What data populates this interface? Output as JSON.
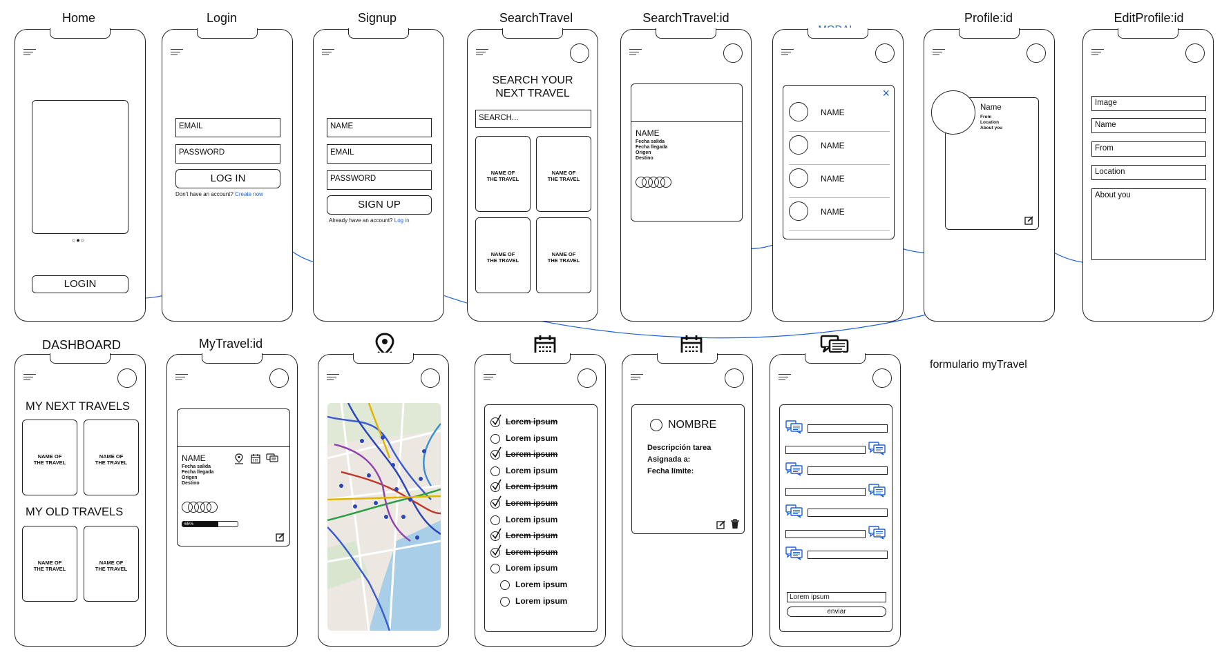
{
  "accent_color": "#1f5fd6",
  "screens": {
    "home": {
      "title": "Home",
      "login_button": "LOGIN"
    },
    "login": {
      "title": "Login",
      "email": "EMAIL",
      "password": "PASSWORD",
      "button": "LOG IN",
      "prompt": "Don't have an account?",
      "link": "Create now"
    },
    "signup": {
      "title": "Signup",
      "name": "NAME",
      "email": "EMAIL",
      "password": "PASSWORD",
      "button": "SIGN UP",
      "prompt": "Already have an account?",
      "link": "Log in"
    },
    "search": {
      "title": "SearchTravel",
      "heading_1": "SEARCH YOUR",
      "heading_2": "NEXT TRAVEL",
      "search_placeholder": "SEARCH...",
      "card_line_1": "NAME OF",
      "card_line_2": "THE TRAVEL"
    },
    "search_id": {
      "title": "SearchTravel:id",
      "name": "NAME",
      "details": [
        "Fecha salida",
        "Fecha llegada",
        "Origen",
        "Destino"
      ]
    },
    "modal": {
      "title": "MODAL",
      "close": "×",
      "items": [
        "NAME",
        "NAME",
        "NAME",
        "NAME"
      ]
    },
    "profile": {
      "title": "Profile:id",
      "name": "Name",
      "details": [
        "From",
        "Location",
        "About you"
      ]
    },
    "edit_profile": {
      "title": "EditProfile:id",
      "fields": [
        "Image",
        "Name",
        "From",
        "Location",
        "About you"
      ]
    },
    "dashboard": {
      "title": "DASHBOARD",
      "next_heading": "MY NEXT TRAVELS",
      "old_heading": "MY OLD TRAVELS",
      "card_line_1": "NAME OF",
      "card_line_2": "THE TRAVEL"
    },
    "my_travel": {
      "title": "MyTravel:id",
      "name": "NAME",
      "details": [
        "Fecha salida",
        "Fecha llegada",
        "Origen",
        "Destino"
      ],
      "progress_label": "65%",
      "progress": 0.65
    },
    "map": {
      "title_icon": "map-pin-icon"
    },
    "tasks": {
      "title_icon": "calendar-icon",
      "items": [
        {
          "text": "Lorem ipsum",
          "done": true
        },
        {
          "text": "Lorem ipsum",
          "done": false
        },
        {
          "text": "Lorem ipsum",
          "done": true
        },
        {
          "text": "Lorem ipsum",
          "done": false
        },
        {
          "text": "Lorem ipsum",
          "done": true
        },
        {
          "text": "Lorem ipsum",
          "done": true
        },
        {
          "text": "Lorem ipsum",
          "done": false
        },
        {
          "text": "Lorem ipsum",
          "done": true
        },
        {
          "text": "Lorem ipsum",
          "done": true
        },
        {
          "text": "Lorem ipsum",
          "done": false
        },
        {
          "text": "Lorem ipsum",
          "done": false
        },
        {
          "text": "Lorem ipsum",
          "done": false
        }
      ]
    },
    "task_detail": {
      "title_icon": "calendar-icon",
      "name": "NOMBRE",
      "lines": [
        "Descripción tarea",
        "Asignada a:",
        "Fecha límite:"
      ]
    },
    "chat": {
      "title_icon": "chat-icon",
      "input_value": "Lorem ipsum",
      "send": "enviar"
    }
  },
  "form_caption": "formulario myTravel"
}
